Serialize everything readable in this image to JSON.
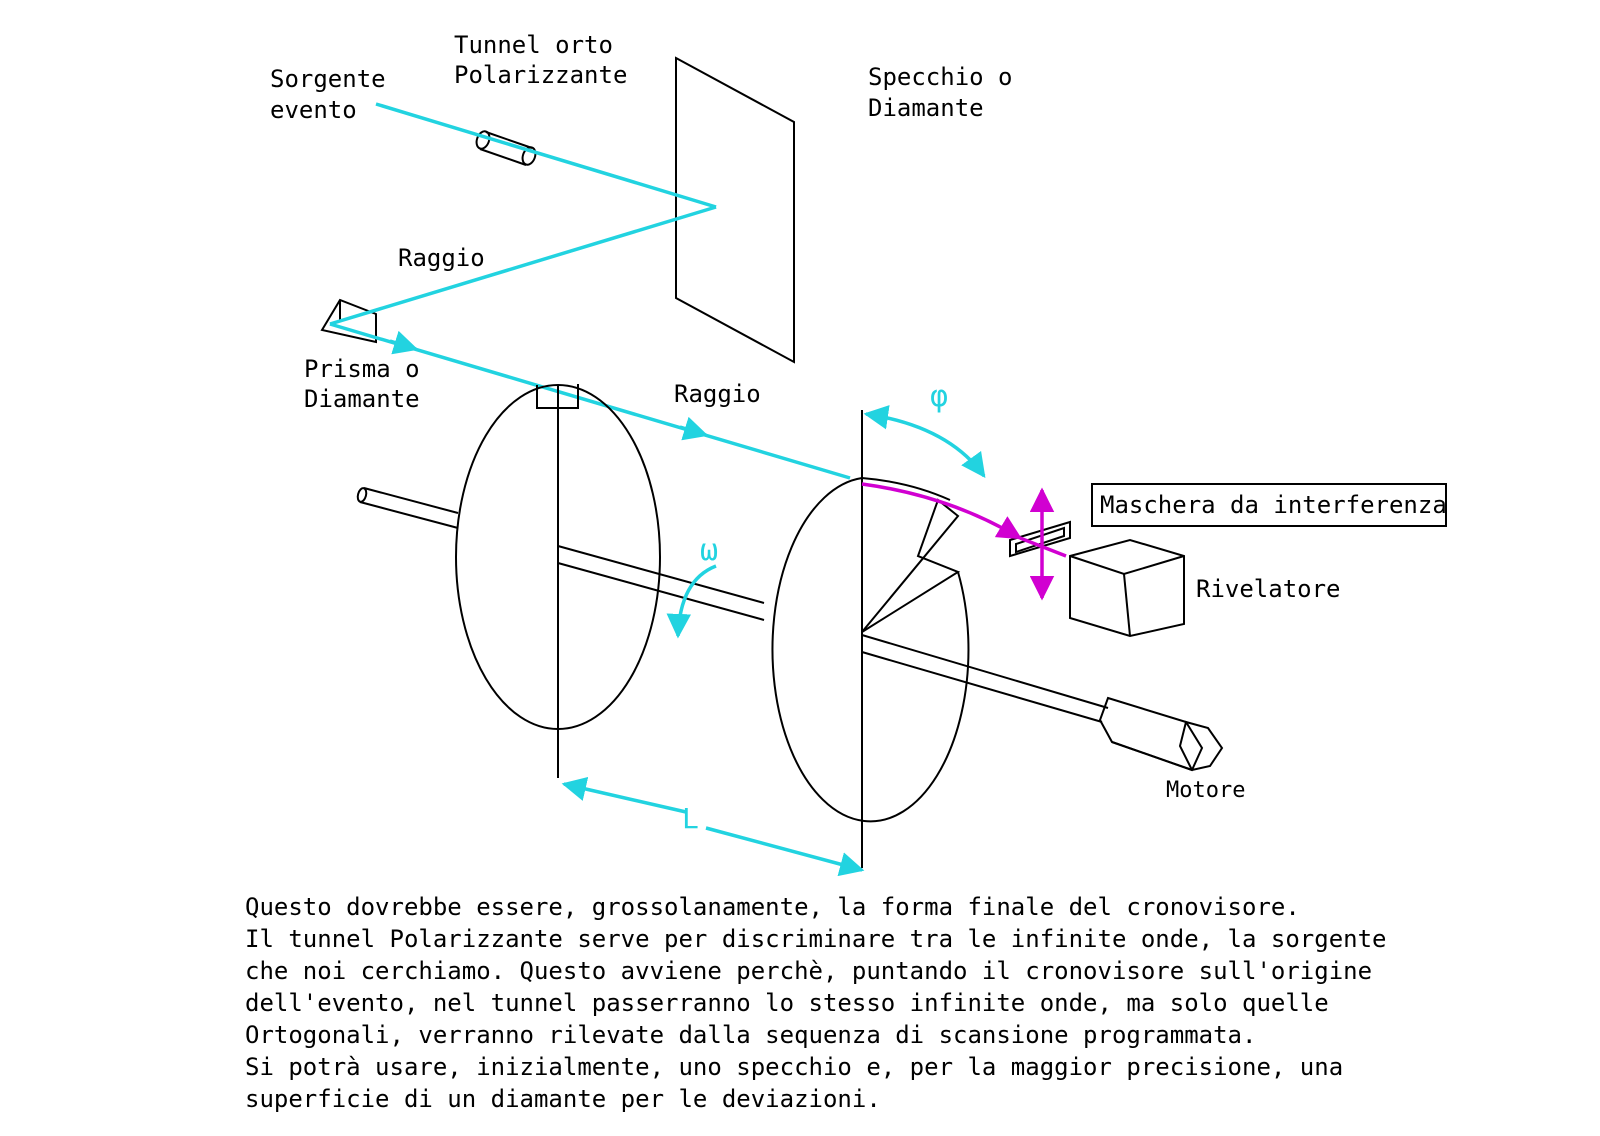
{
  "labels": {
    "sorgente": [
      "Sorgente",
      "evento"
    ],
    "tunnel": [
      "Tunnel orto",
      "Polarizzante"
    ],
    "specchio": [
      "Specchio o",
      "Diamante"
    ],
    "raggio_upper": "Raggio",
    "raggio_lower": "Raggio",
    "prisma": [
      "Prisma o",
      "Diamante"
    ],
    "phi": "φ",
    "omega": "ω",
    "maschera": "Maschera da interferenza",
    "rivelatore": "Rivelatore",
    "motore": "Motore",
    "distance": "L"
  },
  "caption": [
    "Questo dovrebbe essere, grossolanamente, la forma finale del cronovisore.",
    "Il tunnel Polarizzante serve per discriminare tra le infinite onde, la sorgente",
    "che noi cerchiamo. Questo avviene perchè, puntando il cronovisore sull'origine",
    "dell'evento, nel tunnel passerranno lo stesso infinite onde, ma solo quelle",
    "Ortogonali, verranno rilevate dalla sequenza di scansione programmata.",
    "Si potrà usare, inizialmente, uno specchio e, per la maggior precisione, una",
    "superficie di un diamante per le deviazioni."
  ],
  "colors": {
    "ray": "#22d3e0",
    "masked_ray": "#d100d1",
    "lines": "#000000"
  }
}
